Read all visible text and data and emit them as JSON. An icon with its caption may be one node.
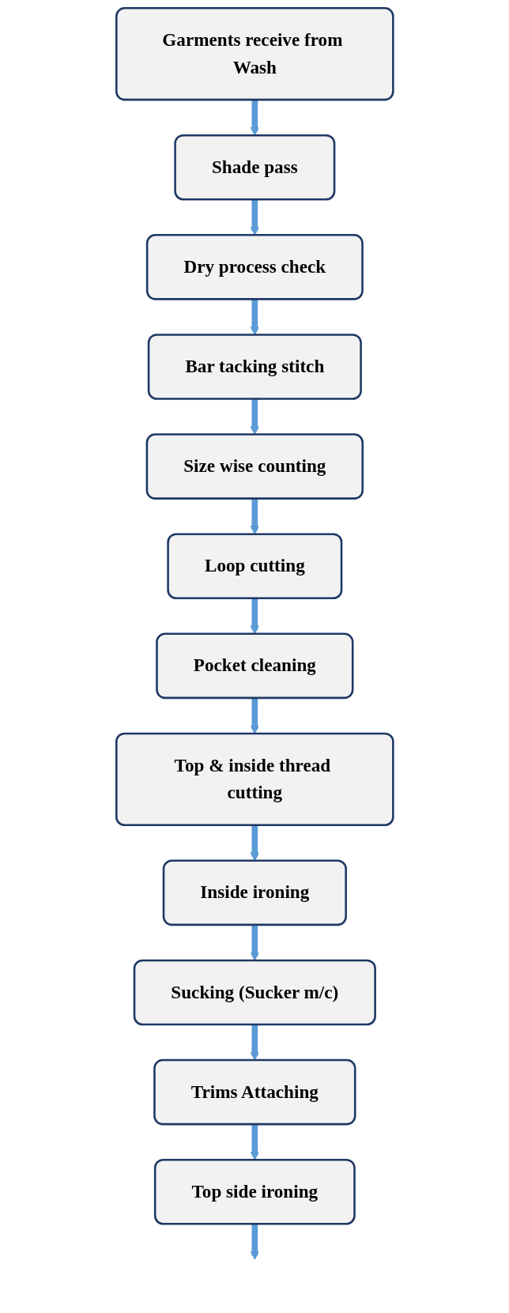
{
  "diagram": {
    "nodes": [
      {
        "text": [
          "Garments receive from Wash"
        ]
      },
      {
        "text": [
          "Shade pass"
        ]
      },
      {
        "text": [
          "Dry process check"
        ]
      },
      {
        "text": [
          "Bar tacking stitch"
        ]
      },
      {
        "text": [
          "Size wise counting"
        ]
      },
      {
        "text": [
          "Loop cutting"
        ]
      },
      {
        "text": [
          "Pocket cleaning"
        ]
      },
      {
        "text": [
          "Top & inside thread cutting"
        ]
      },
      {
        "text": [
          "Inside ironing"
        ]
      },
      {
        "text": [
          "Sucking (Sucker m/c)"
        ]
      },
      {
        "text": [
          "Trims Attaching"
        ]
      },
      {
        "text": [
          "Top side ironing"
        ]
      }
    ],
    "edges": [
      {
        "from": 0,
        "to": 1,
        "arrow": "to"
      },
      {
        "from": 1,
        "to": 2,
        "arrow": "to"
      },
      {
        "from": 2,
        "to": 3,
        "arrow": "to"
      },
      {
        "from": 3,
        "to": 4,
        "arrow": "to"
      },
      {
        "from": 4,
        "to": 5,
        "arrow": "to"
      },
      {
        "from": 5,
        "to": 6,
        "arrow": "to"
      },
      {
        "from": 6,
        "to": 7,
        "arrow": "to"
      },
      {
        "from": 7,
        "to": 8,
        "arrow": "to"
      },
      {
        "from": 8,
        "to": 9,
        "arrow": "to"
      },
      {
        "from": 9,
        "to": 10,
        "arrow": "to"
      },
      {
        "from": 10,
        "to": 11,
        "arrow": "to"
      },
      {
        "from": 11,
        "to": null,
        "arrow": "to"
      }
    ]
  }
}
